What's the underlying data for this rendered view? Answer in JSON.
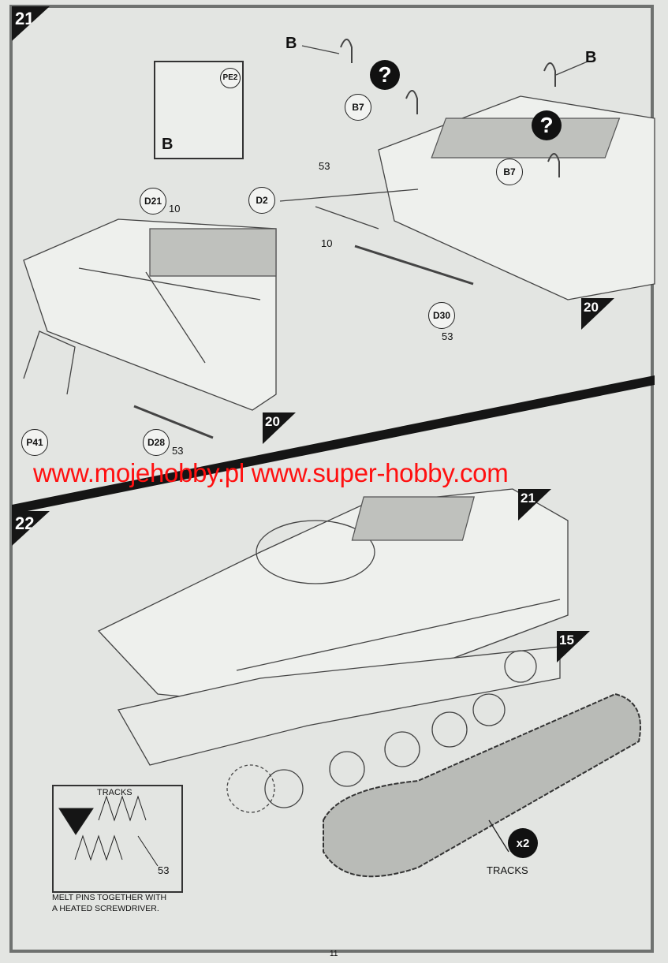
{
  "step21": {
    "number": "21",
    "callouts": {
      "b_top": "B",
      "b_right": "B",
      "b_inset": "B",
      "pe2": "PE2",
      "b7_left": "B7",
      "b7_right": "B7",
      "d2": "D2",
      "d2_qty": "53",
      "d2_rod": "10",
      "d21": "D21",
      "d21_qty": "10",
      "d30": "D30",
      "d30_qty": "53",
      "p41": "P41",
      "d28": "D28",
      "d28_qty": "53"
    },
    "question_mark": "?",
    "ref_right": "20",
    "ref_left": "20"
  },
  "watermark": "www.mojehobby.pl www.super-hobby.com",
  "step22": {
    "number": "22",
    "ref_top": "21",
    "ref_right": "15",
    "multiplier": "x2",
    "tracks_label": "TRACKS",
    "inset": {
      "title": "TRACKS",
      "part": "53",
      "note_line1": "MELT PINS TOGETHER WITH",
      "note_line2": "A HEATED SCREWDRIVER."
    }
  },
  "page_number": "11",
  "colors": {
    "watermark": "#ff1010",
    "ink": "#111111",
    "paper": "#e3e5e2"
  }
}
